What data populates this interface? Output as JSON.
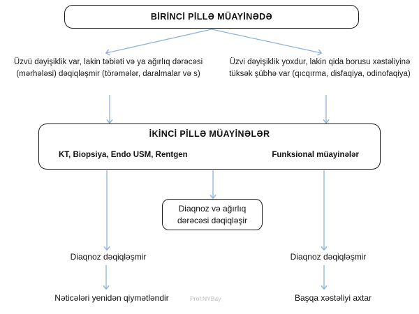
{
  "diagram": {
    "title": "BİRİNCİ PİLLƏ MÜAYİNƏDƏ",
    "accent_color": "#8cb3de",
    "border_color": "#1a1a1a",
    "stage1": {
      "label": "BİRİNCİ PİLLƏ MÜAYİNƏDƏ"
    },
    "branches": {
      "left": "Üzvü dəyişiklik var, lakin təbiəti və ya ağırlıq dərəcəsi (mərhələsi) dəqiqləşmir (törəmələr, daralmalar və s)",
      "right": "Üzvi dəyişiklik  yoxdur,  lakin qida borusu xəstəliyinə tüksək şübhə var (qıcqırma, disfaqiya, odinofaqiya)"
    },
    "stage2": {
      "title": "İKİNCİ PİLLƏ MÜAYİNƏLƏR",
      "left_methods": "KT, Biopsiya,  Endo USM, Rentgen",
      "right_methods": "Funksional müayinələr"
    },
    "diagnosis_box": {
      "line1": "Diaqnoz və ağırlıq",
      "line2": "dərəcəsi dəqiqləşir"
    },
    "outcomes": {
      "left_unclear": "Diaqnoz dəqiqləşmir",
      "right_unclear": "Diaqnoz dəqiqləşmir",
      "left_final": "Nəticələri yenidən qiymətləndir",
      "right_final": "Başqa xəstəliyi axtar"
    },
    "watermark": "Prof.NYBay"
  }
}
